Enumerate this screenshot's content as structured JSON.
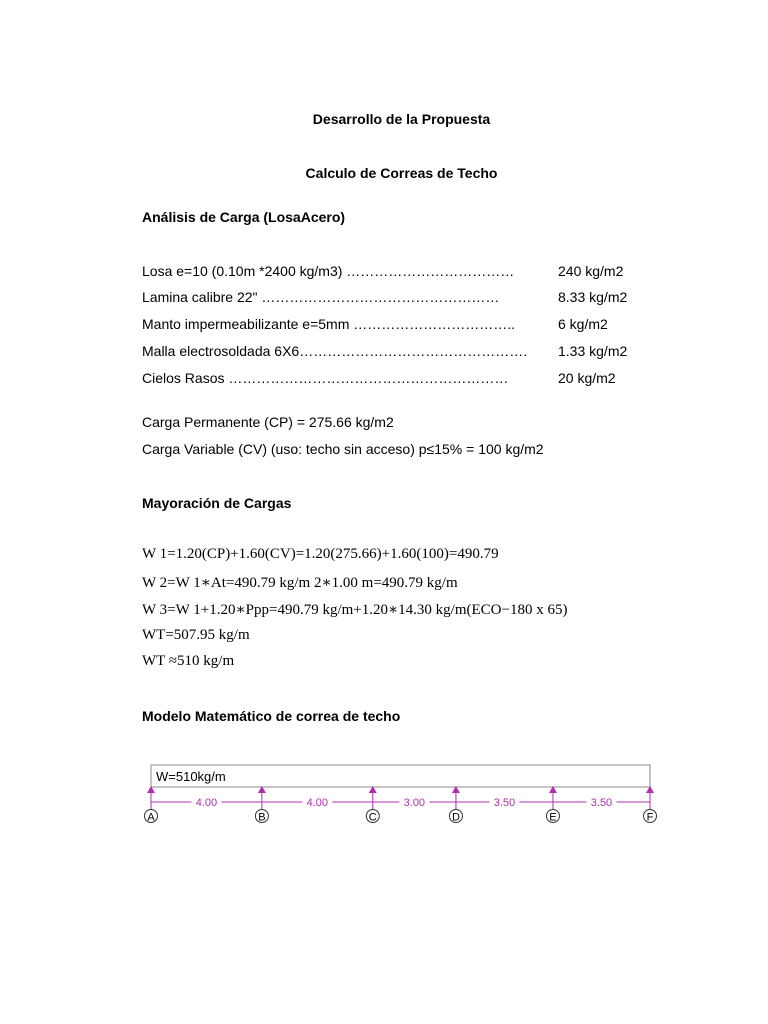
{
  "title": "Desarrollo  de la Propuesta",
  "subtitle": "Calculo de Correas de Techo",
  "load_analysis": {
    "heading": "Análisis de Carga (LosaAcero)",
    "rows": [
      {
        "label": "Losa e=10 (0.10m *2400 kg/m3) ………………………………",
        "value": "240 kg/m2"
      },
      {
        "label": "Lamina calibre 22\" ……………………………………………",
        "value": "8.33 kg/m2"
      },
      {
        "label": "Manto impermeabilizante e=5mm ……………………………..",
        "value": "6 kg/m2"
      },
      {
        "label": "Malla electrosoldada 6X6………………………………………….",
        "value": "1.33 kg/m2"
      },
      {
        "label": "Cielos Rasos  ……………………………………………………",
        "value": "20 kg/m2"
      }
    ],
    "permanent": "Carga Permanente (CP) = 275.66 kg/m2",
    "variable": "Carga Variable (CV) (uso: techo sin acceso) p≤15% = 100 kg/m2"
  },
  "factoring": {
    "heading": "Mayoración de Cargas",
    "equations": [
      "W 1=1.20(CP)+1.60(CV)=1.20(275.66)+1.60(100)=490.79",
      "W 2=W 1∗At=490.79 kg/m 2∗1.00 m=490.79 kg/m",
      "W 3=W 1+1.20∗Ppp=490.79 kg/m+1.20∗14.30 kg/m(ECO−180 x 65)",
      "WT=507.95 kg/m",
      "WT ≈510 kg/m"
    ]
  },
  "model": {
    "heading": "Modelo Matemático de correa de techo",
    "load_label": "W=510kg/m",
    "supports": [
      "A",
      "B",
      "C",
      "D",
      "E",
      "F"
    ],
    "spans": [
      "4.00",
      "4.00",
      "3.00",
      "3.50",
      "3.50"
    ],
    "span_values": [
      4.0,
      4.0,
      3.0,
      3.5,
      3.5
    ],
    "colors": {
      "dimension": "#b02fb0",
      "frame": "#888888"
    }
  }
}
